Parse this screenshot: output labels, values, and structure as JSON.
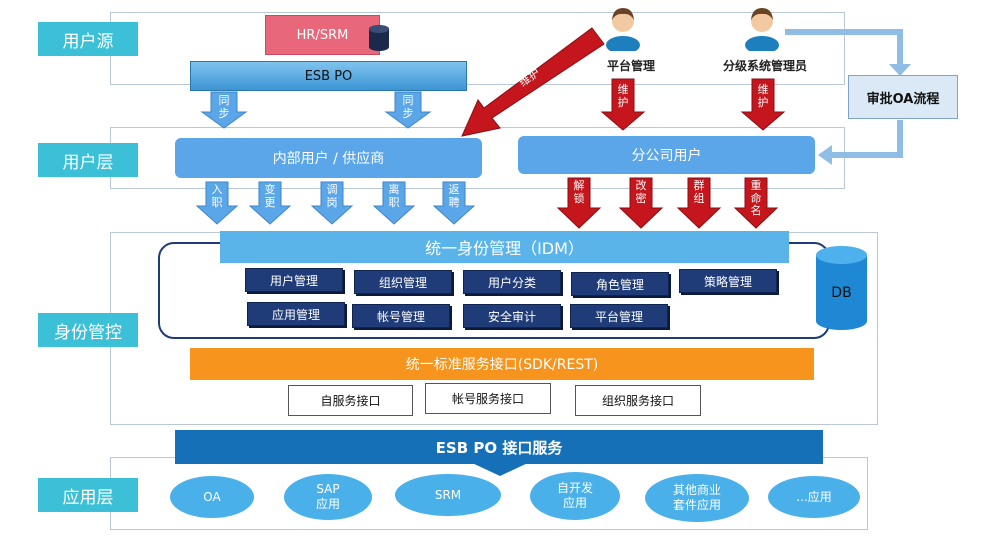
{
  "layers": {
    "source": "用户源",
    "user": "用户层",
    "identity": "身份管控",
    "app": "应用层"
  },
  "source_boxes": {
    "hr_srm": "HR/SRM",
    "esb_po": "ESB PO"
  },
  "roles": {
    "platform_admin": "平台管理",
    "branch_admin": "分级系统管理员"
  },
  "approval": "审批OA流程",
  "sync_labels": [
    "同步",
    "同步"
  ],
  "maintain_labels": {
    "diag": "维护",
    "platform": "维护",
    "branch": "维护"
  },
  "user_boxes": {
    "internal": "内部用户 / 供应商",
    "branch": "分公司用户"
  },
  "internal_actions": [
    "入职",
    "变更",
    "调岗",
    "离职",
    "返聘"
  ],
  "branch_actions": [
    "解锁",
    "改密",
    "群组",
    "重命名"
  ],
  "idm": {
    "title": "统一身份管理（IDM）",
    "db": "DB",
    "modules_row1": [
      "用户管理",
      "组织管理",
      "用户分类",
      "角色管理",
      "策略管理"
    ],
    "modules_row2": [
      "应用管理",
      "帐号管理",
      "安全审计",
      "平台管理"
    ]
  },
  "service_bar": "统一标准服务接口(SDK/REST)",
  "interfaces": [
    "自服务接口",
    "帐号服务接口",
    "组织服务接口"
  ],
  "esb_service": "ESB PO 接口服务",
  "apps": [
    "OA",
    "SAP\n应用",
    "SRM",
    "自开发\n应用",
    "其他商业\n套件应用",
    "...应用"
  ],
  "colors": {
    "label_bg": "#3cc0d8",
    "blue_arrow": "#5aa6e8",
    "red_arrow": "#c4161c",
    "idm_bar": "#5ab4ea",
    "service_bar": "#f7941d",
    "module_bg": "#1f3b78",
    "esb_service_bg": "#1570b8",
    "hr_srm_bg": "#e8677a"
  },
  "icons": [
    "person-icon",
    "database-icon",
    "db-cylinder-icon"
  ]
}
